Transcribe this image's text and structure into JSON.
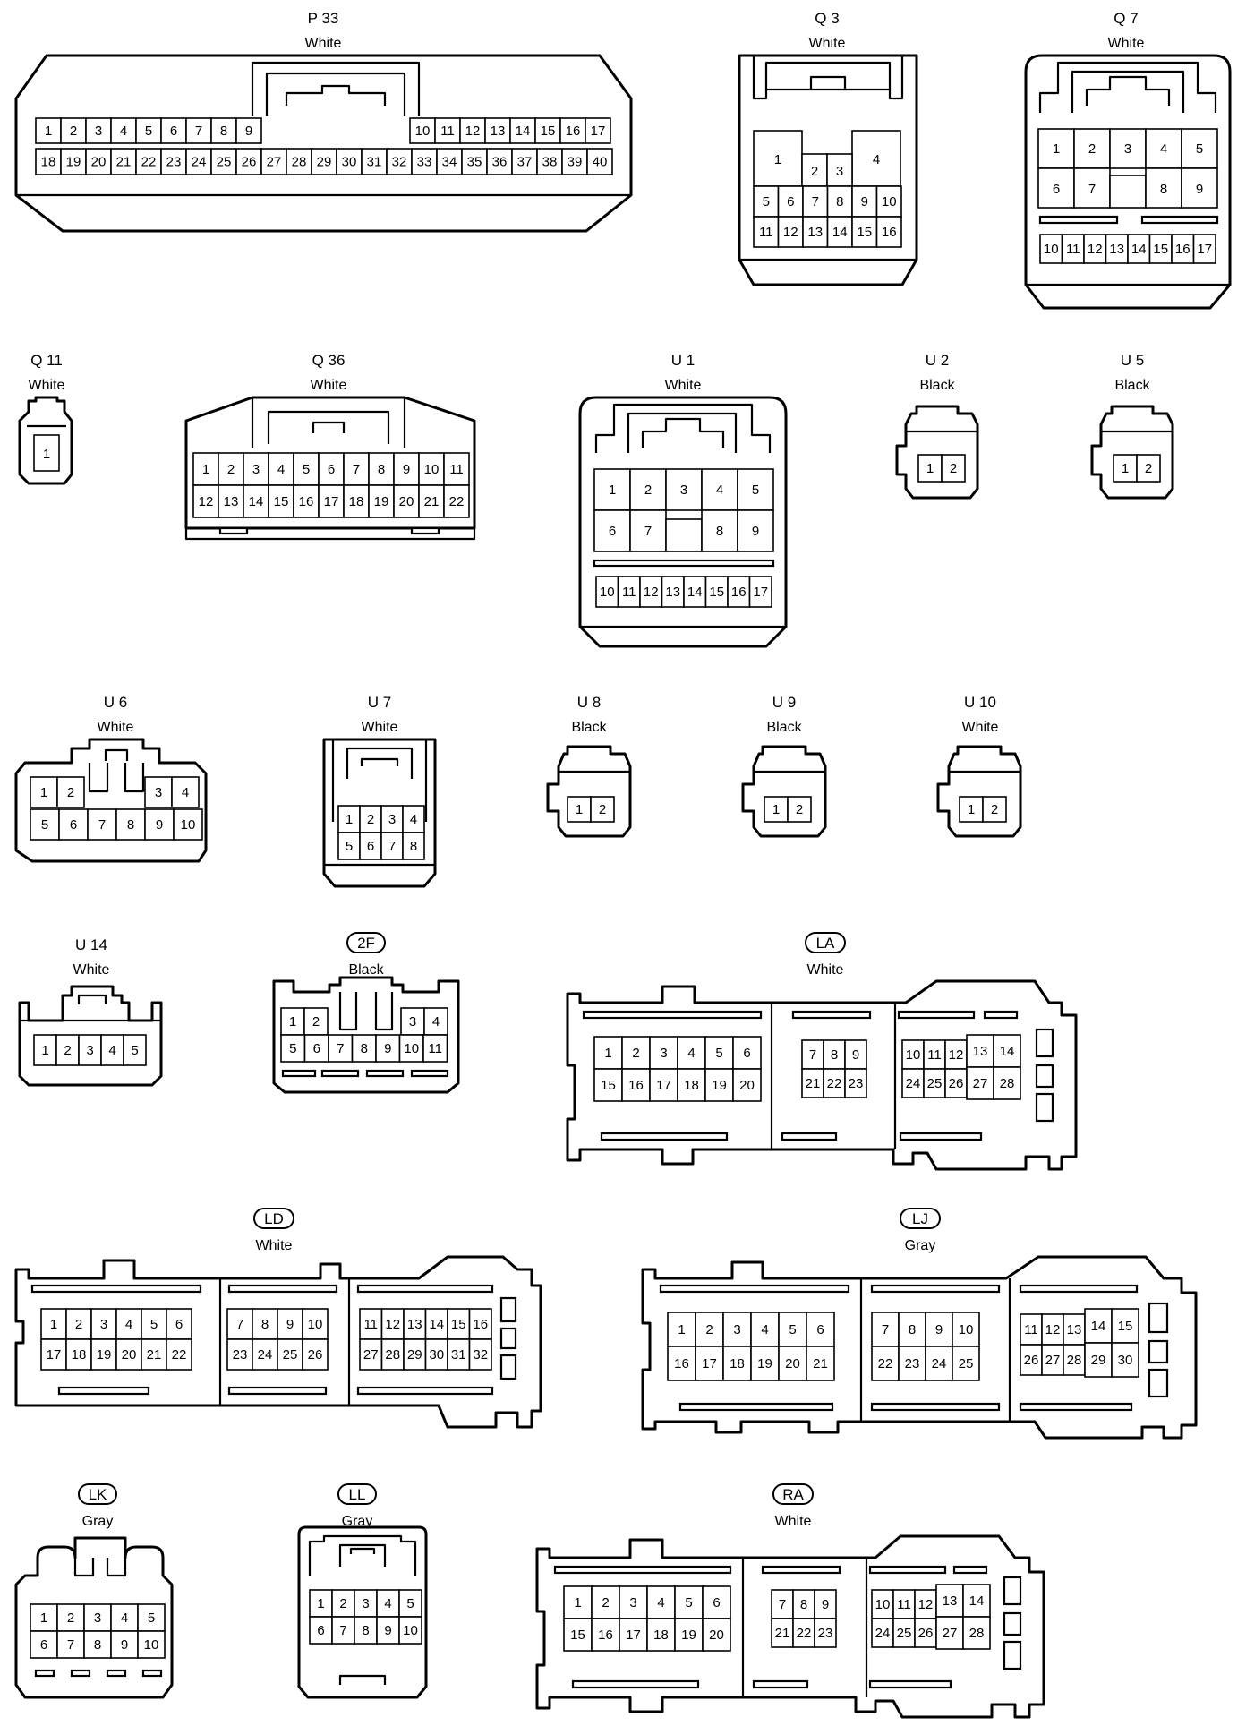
{
  "connectors": [
    {
      "code": "P 33",
      "color": "White"
    },
    {
      "code": "Q 3",
      "color": "White"
    },
    {
      "code": "Q 7",
      "color": "White"
    },
    {
      "code": "Q 11",
      "color": "White"
    },
    {
      "code": "Q 36",
      "color": "White"
    },
    {
      "code": "U 1",
      "color": "White"
    },
    {
      "code": "U 2",
      "color": "Black"
    },
    {
      "code": "U 5",
      "color": "Black"
    },
    {
      "code": "U 6",
      "color": "White"
    },
    {
      "code": "U 7",
      "color": "White"
    },
    {
      "code": "U 8",
      "color": "Black"
    },
    {
      "code": "U 9",
      "color": "Black"
    },
    {
      "code": "U 10",
      "color": "White"
    },
    {
      "code": "U 14",
      "color": "White"
    },
    {
      "code": "2F",
      "color": "Black"
    },
    {
      "code": "LA",
      "color": "White"
    },
    {
      "code": "LD",
      "color": "White"
    },
    {
      "code": "LJ",
      "color": "Gray"
    },
    {
      "code": "LK",
      "color": "Gray"
    },
    {
      "code": "LL",
      "color": "Gray"
    },
    {
      "code": "RA",
      "color": "White"
    }
  ]
}
